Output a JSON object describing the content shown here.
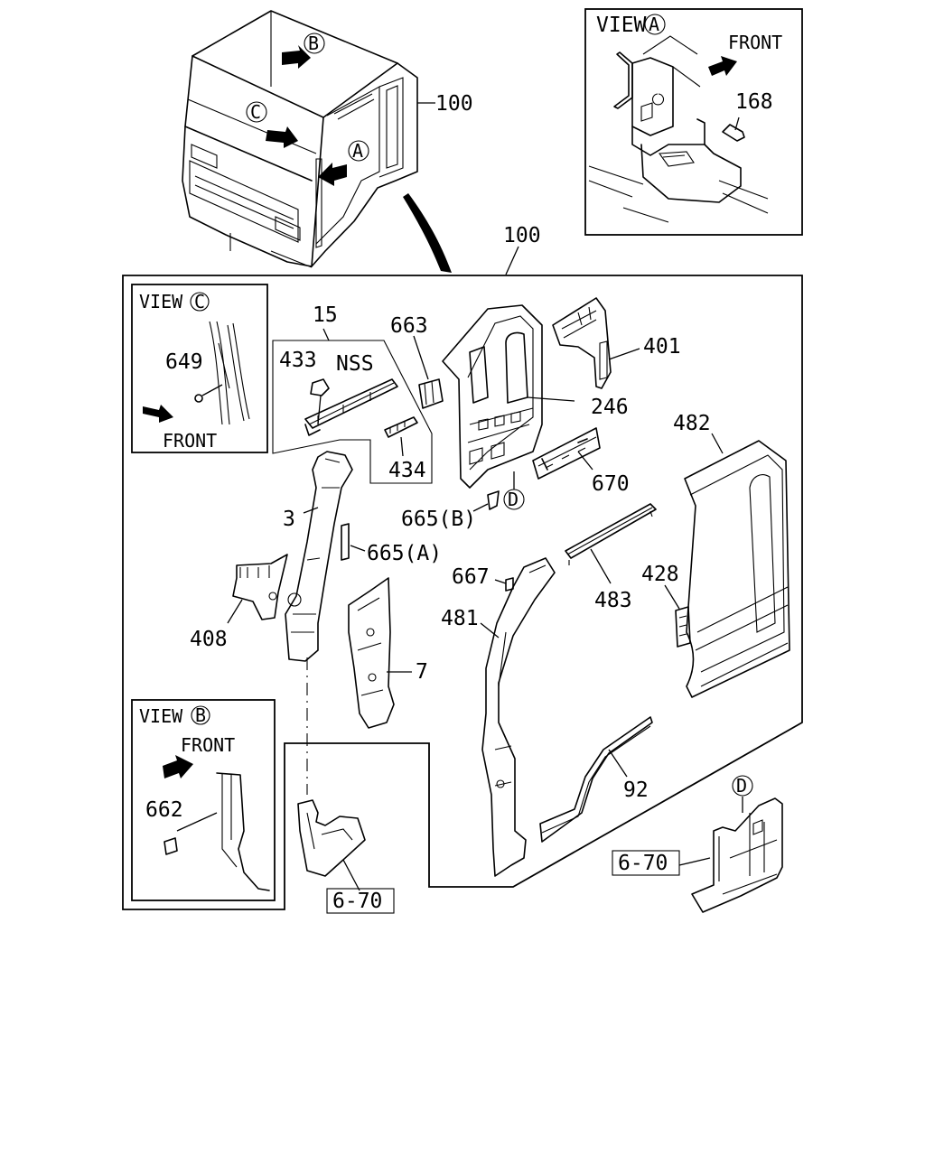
{
  "labels": {
    "p100_top": "100",
    "p100": "100",
    "p168": "168",
    "p15": "15",
    "p663": "663",
    "p401": "401",
    "p433": "433",
    "nss": "NSS",
    "p246": "246",
    "p649": "649",
    "p482": "482",
    "p434": "434",
    "p670": "670",
    "p3": "3",
    "p665b": "665(B)",
    "p665a": "665(A)",
    "p667": "667",
    "p428": "428",
    "p483": "483",
    "p481": "481",
    "p408": "408",
    "p7": "7",
    "p92": "92",
    "p662": "662",
    "ref670_right": "6-70",
    "ref670_bottom": "6-70"
  },
  "views": {
    "a": {
      "title": "VIEW",
      "letter": "A",
      "front": "FRONT"
    },
    "b": {
      "title": "VIEW",
      "letter": "B",
      "front": "FRONT"
    },
    "c": {
      "title": "VIEW",
      "letter": "C",
      "front": "FRONT"
    }
  },
  "markers": {
    "cab_b": "B",
    "cab_c": "C",
    "cab_a": "A",
    "d_main": "D",
    "d_floor": "D"
  }
}
